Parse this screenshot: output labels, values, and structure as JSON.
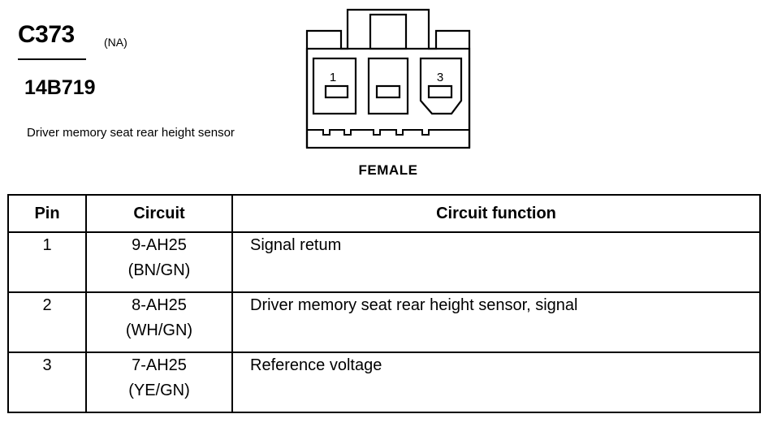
{
  "connector": {
    "id": "C373",
    "market": "(NA)",
    "part_number": "14B719",
    "description": "Driver memory seat rear height sensor",
    "gender": "FEMALE",
    "cavity_labels": [
      "1",
      "3"
    ]
  },
  "table": {
    "headers": {
      "pin": "Pin",
      "circuit": "Circuit",
      "function": "Circuit function"
    },
    "rows": [
      {
        "pin": "1",
        "circuit": "9-AH25",
        "color": "(BN/GN)",
        "function": "Signal retum"
      },
      {
        "pin": "2",
        "circuit": "8-AH25",
        "color": "(WH/GN)",
        "function": "Driver memory seat rear height sensor, signal"
      },
      {
        "pin": "3",
        "circuit": "7-AH25",
        "color": "(YE/GN)",
        "function": "Reference voltage"
      }
    ]
  }
}
